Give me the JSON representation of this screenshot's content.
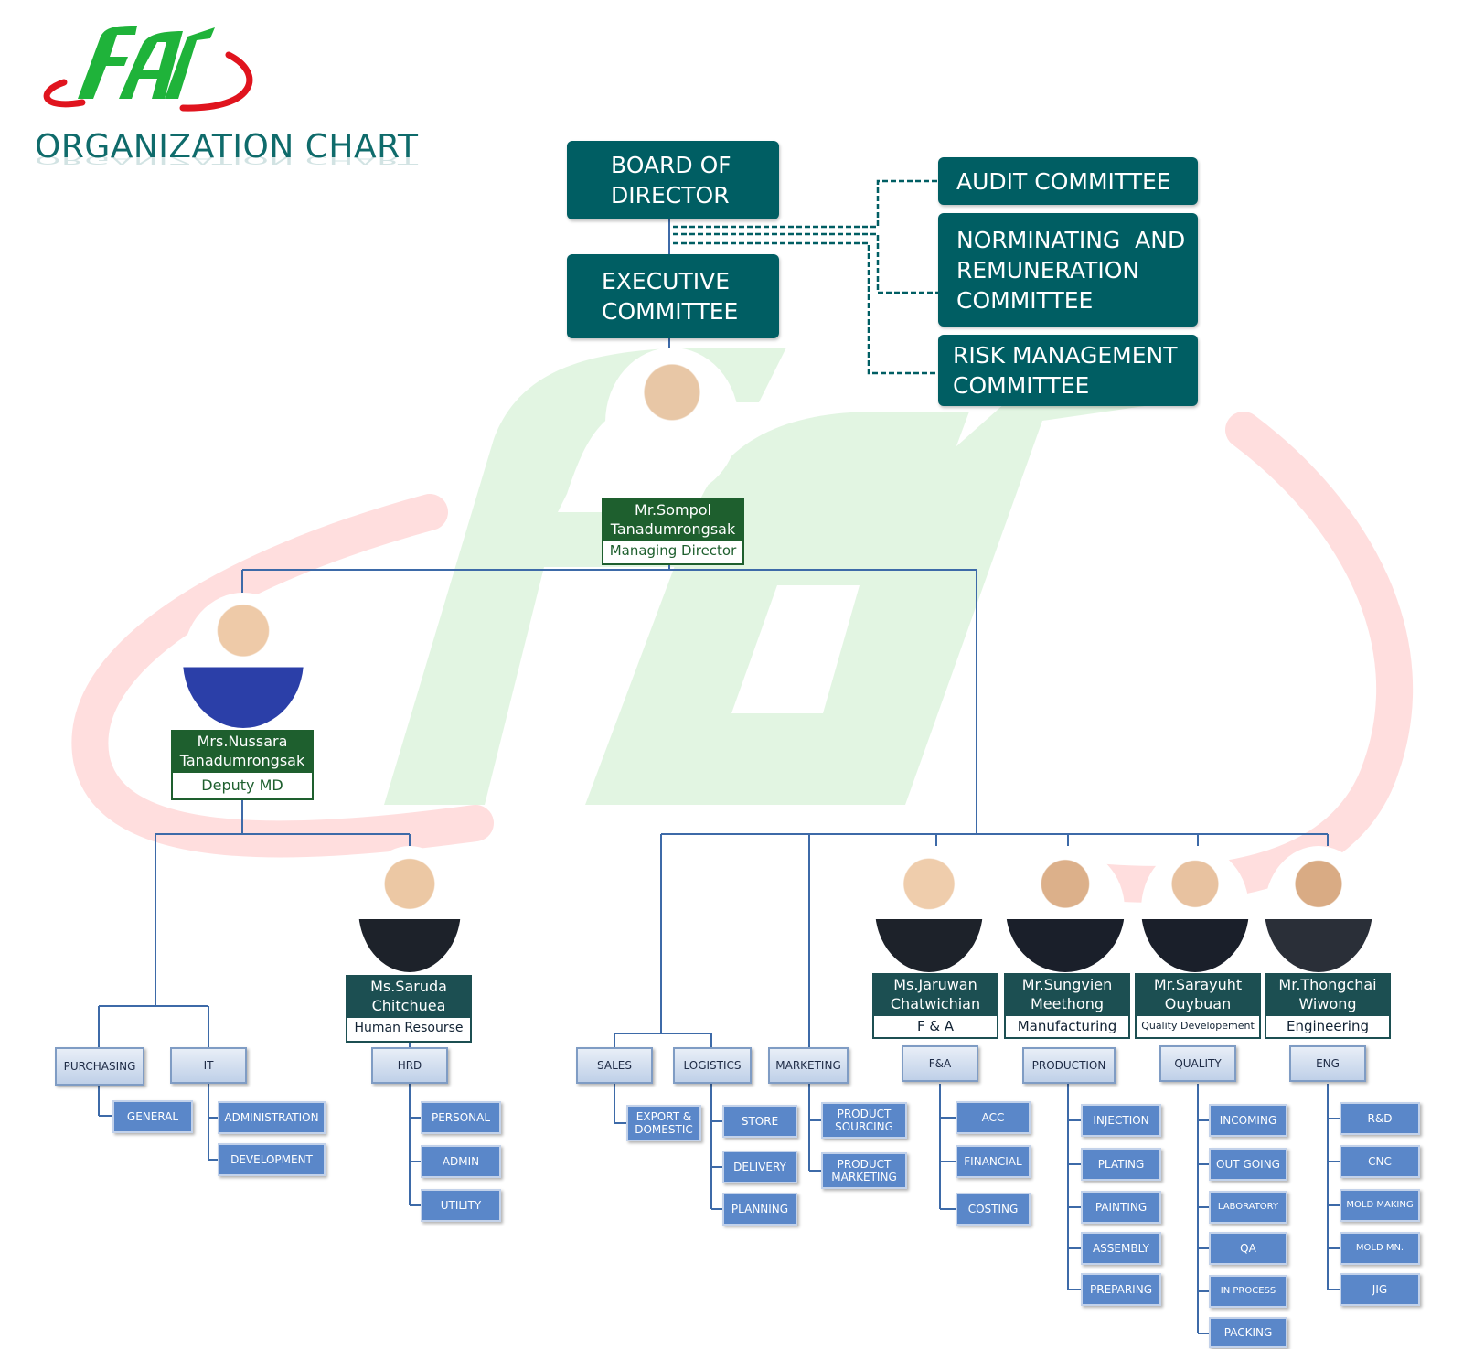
{
  "logo": {
    "text": "FAI",
    "brand_green": "#1fb33a",
    "brand_red": "#e0141e"
  },
  "title": "ORGANIZATION CHART",
  "colors": {
    "teal": "#005e63",
    "name_bar": "#1c4f52",
    "dept_border": "#7f9cc4",
    "sub_fill": "#5a87c9",
    "line": "#3d6aa8"
  },
  "board": "BOARD OF\nDIRECTOR",
  "executive": "EXECUTIVE\nCOMMITTEE",
  "committees": [
    {
      "label": "AUDIT COMMITTEE"
    },
    {
      "label": "NORMINATING  AND\nREMUNERATION\nCOMMITTEE"
    },
    {
      "label": "RISK MANAGEMENT\nCOMMITTEE"
    }
  ],
  "md": {
    "name": "Mr.Sompol\nTanadumrongsak",
    "role": "Managing Director"
  },
  "deputy": {
    "name": "Mrs.Nussara\nTanadumrongsak",
    "role": "Deputy MD"
  },
  "hr": {
    "name": "Ms.Saruda\nChitchuea",
    "role": "Human Resourse"
  },
  "fa": {
    "name": "Ms.Jaruwan\nChatwichian",
    "role": "F & A"
  },
  "mfg": {
    "name": "Mr.Sungvien\nMeethong",
    "role": "Manufacturing"
  },
  "qd": {
    "name": "Mr.Sarayuht\nOuybuan",
    "role": "Quality Developement"
  },
  "eng": {
    "name": "Mr.Thongchai\nWiwong",
    "role": "Engineering"
  },
  "departments": {
    "purchasing": "PURCHASING",
    "it": "IT",
    "hrd": "HRD",
    "sales": "SALES",
    "logistics": "LOGISTICS",
    "marketing": "MARKETING",
    "fna": "F&A",
    "production": "PRODUCTION",
    "quality": "QUALITY",
    "eng": "ENG"
  },
  "subs": {
    "purchasing": [
      "GENERAL"
    ],
    "it": [
      "ADMINISTRATION",
      "DEVELOPMENT"
    ],
    "hrd": [
      "PERSONAL",
      "ADMIN",
      "UTILITY"
    ],
    "sales": [
      "EXPORT &\nDOMESTIC"
    ],
    "logistics": [
      "STORE",
      "DELIVERY",
      "PLANNING"
    ],
    "marketing": [
      "PRODUCT\nSOURCING",
      "PRODUCT\nMARKETING"
    ],
    "fna": [
      "ACC",
      "FINANCIAL",
      "COSTING"
    ],
    "production": [
      "INJECTION",
      "PLATING",
      "PAINTING",
      "ASSEMBLY",
      "PREPARING"
    ],
    "quality": [
      "INCOMING",
      "OUT GOING",
      "LABORATORY",
      "QA",
      "IN PROCESS",
      "PACKING"
    ],
    "eng": [
      "R&D",
      "CNC",
      "MOLD MAKING",
      "MOLD MN.",
      "JIG"
    ]
  }
}
